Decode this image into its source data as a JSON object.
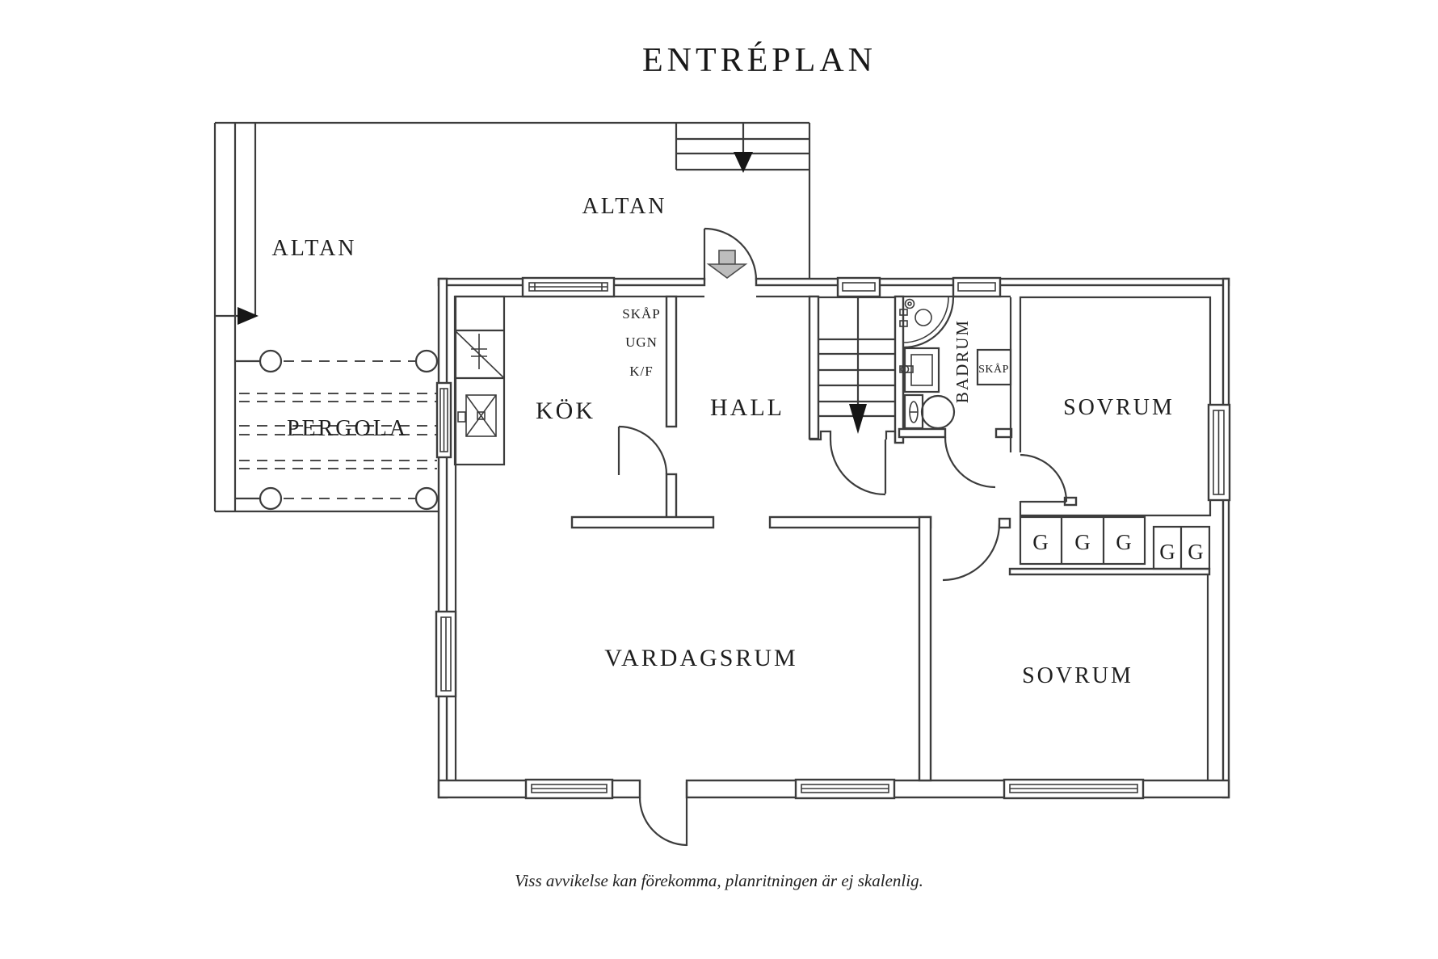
{
  "title": "ENTRÉPLAN",
  "footnote": "Viss avvikelse kan förekomma, planritningen är ej skalenlig.",
  "rooms": {
    "altan_left": "ALTAN",
    "altan_top": "ALTAN",
    "pergola": "PERGOLA",
    "kok": "KÖK",
    "hall": "HALL",
    "badrum": "BADRUM",
    "sovrum_top": "SOVRUM",
    "sovrum_bottom": "SOVRUM",
    "vardagsrum": "VARDAGSRUM"
  },
  "fixtures": {
    "skap_kitchen": "SKÅP",
    "ugn": "UGN",
    "kf": "K/F",
    "skap_hall": "SKÅP",
    "wardrobes": [
      "G",
      "G",
      "G",
      "G",
      "G"
    ]
  },
  "colors": {
    "line": "#3c3c3c",
    "entry_arrow_fill": "#bdbdbd",
    "entry_arrow_stroke": "#4d4d4d",
    "stair_arrow": "#161616"
  }
}
